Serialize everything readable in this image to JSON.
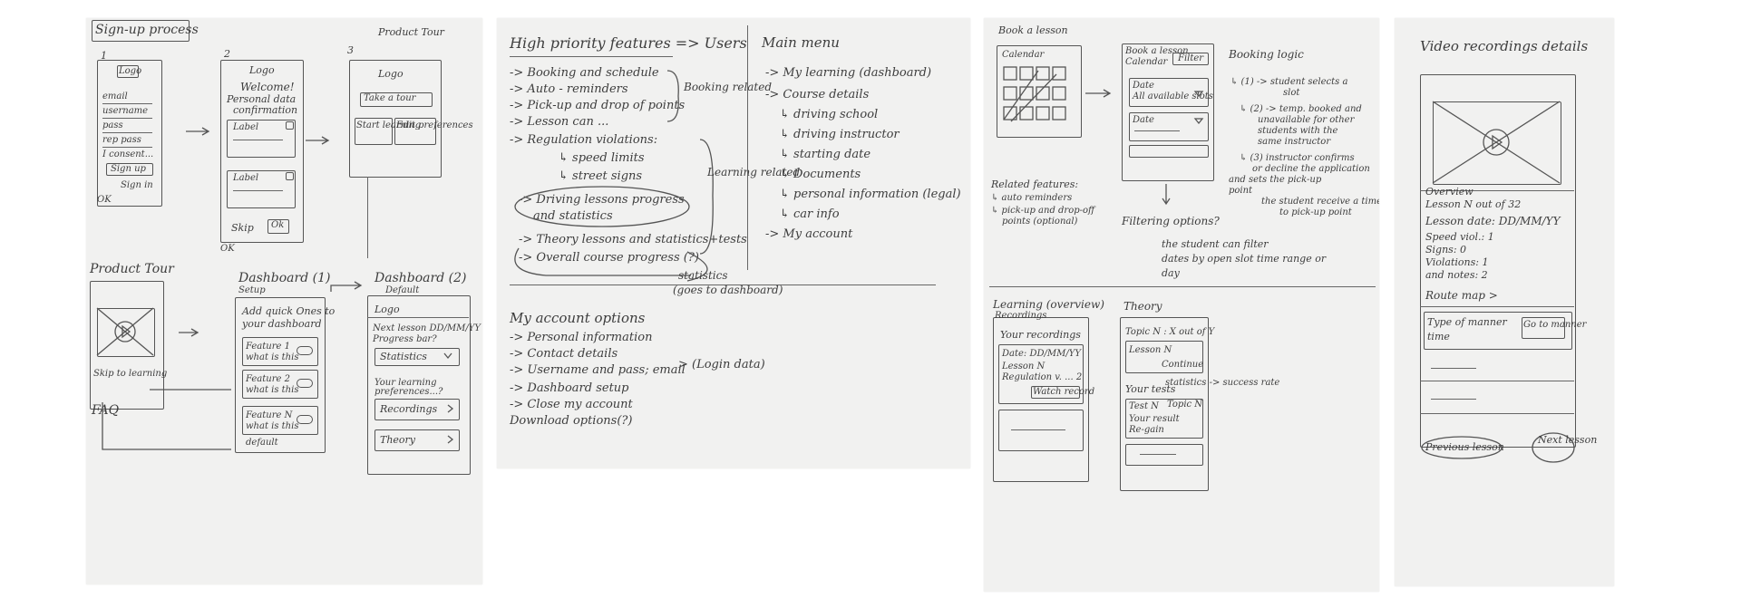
{
  "sheet1": {
    "title": "Sign-up process",
    "s1_num": "1",
    "s1_logo": "Logo",
    "s1_email": "email",
    "s1_username": "username",
    "s1_pass": "pass",
    "s1_rep_pass": "rep pass",
    "s1_consent": "I consent...",
    "s1_signup": "Sign up",
    "s1_signin": "Sign in",
    "s1_ok": "OK",
    "s2_num": "2",
    "s2_logo": "Logo",
    "s2_welcome": "Welcome!",
    "s2_personal": "Personal data",
    "s2_confirm": "confirmation",
    "s2_label1": "Label",
    "s2_label2": "Label",
    "s2_skip": "Skip",
    "s2_ok": "Ok",
    "s2_ok2": "OK",
    "s3_num": "3",
    "s3_title": "Product Tour",
    "s3_logo": "Logo",
    "s3_tour": "Take a tour",
    "s3_start": "Start learning",
    "s3_edit": "Edit preferences",
    "pt_title": "Product Tour",
    "pt_skip": "Skip to learning",
    "pt_faq": "FAQ",
    "d1_title": "Dashboard (1)",
    "d1_setup": "Setup",
    "d1_add": "Add quick Ones to",
    "d1_your": "your dashboard",
    "d1_f1": "Feature 1",
    "d1_f1s": "what is this",
    "d1_f2": "Feature 2",
    "d1_f2s": "what is this",
    "d1_fn": "Feature N",
    "d1_fns": "what is this",
    "d1_default": "default",
    "d2_title": "Dashboard (2)",
    "d2_sub": "Default",
    "d2_logo": "Logo",
    "d2_next": "Next lesson DD/MM/YY",
    "d2_progress": "Progress bar?",
    "d2_stats": "Statistics",
    "d2_learning": "Your learning",
    "d2_learning2": "preferences...?",
    "d2_recordings": "Recordings",
    "d2_theory": "Theory"
  },
  "sheet2": {
    "title": "High priority features => Users",
    "items": [
      "-> Booking and schedule",
      "-> Auto - reminders",
      "-> Pick-up and drop of points",
      "-> Lesson can ...",
      "-> Regulation violations:",
      "↳ speed limits",
      "↳ street signs",
      "-> Driving lessons progress",
      "and statistics",
      "-> Theory lessons and statistics+tests",
      "-> Overall course progress (?)"
    ],
    "booking_related": "Booking related",
    "learning_related": "Learning related",
    "statistics": "statistics",
    "goes_to": "(goes to dashboard)",
    "menu_title": "Main menu",
    "menu": [
      "-> My learning (dashboard)",
      "-> Course details",
      "↳ driving school",
      "↳ driving instructor",
      "↳ starting date",
      "↳ Documents",
      "↳ personal information (legal)",
      "↳ car info",
      "-> My account"
    ],
    "acc_title": "My account options",
    "acc": [
      "-> Personal information",
      "-> Contact details",
      "-> Username and pass; email",
      "-> Dashboard setup",
      "-> Close my account",
      "Download options(?)"
    ],
    "login_data": "> (Login data)"
  },
  "sheet3": {
    "title": "Book a lesson",
    "calendar": "Calendar",
    "book_title": "Book a lesson",
    "book_sub": "Calendar",
    "filter": "Filter",
    "date1": "Date",
    "available": "All available slots",
    "date2": "Date",
    "logic_title": "Booking logic",
    "logic": [
      "↳ (1) -> student selects a",
      "slot",
      "↳ (2) -> temp. booked and",
      "unavailable for other",
      "students with the",
      "same instructor",
      "↳ (3) instructor confirms",
      "or decline the application",
      "and sets the pick-up",
      "point",
      "the student receive a time",
      "to pick-up point"
    ],
    "related": "Related features:",
    "auto": "↳ auto reminders",
    "pickup": "↳ pick-up and drop-off",
    "points": "points (optional)",
    "filtering": "Filtering options?",
    "filter_text": [
      "the student can filter",
      "dates by open slot time range or",
      "day"
    ],
    "lo_title": "Learning (overview)",
    "rec_tab": "Recordings",
    "your_rec": "Your recordings",
    "rec_date": "Date: DD/MM/YY",
    "rec_lesson": "Lesson N",
    "rec_reg": "Regulation v. ... 2",
    "watch": "Watch record",
    "theory": "Theory",
    "topic": "Topic N : X out of Y",
    "lessonN": "Lesson N",
    "continue": "Continue",
    "your_tests": "Your tests",
    "stats_rate": "statistics -> success rate",
    "testN": "Test N",
    "topics": "Topic N",
    "your_result": "Your result",
    "retry": "Re-gain"
  },
  "sheet4": {
    "title": "Video recordings details",
    "overview": "Overview",
    "lesson": "Lesson N out of 32",
    "date": "Lesson date: DD/MM/YY",
    "speed": "Speed viol.: 1",
    "signs": "Signs: 0",
    "violations": "Violations: 1",
    "notes": "and notes: 2",
    "route": "Route map >",
    "type": "Type of manner",
    "time": "time",
    "goto": "Go to manner",
    "prev": "Previous lesson",
    "next": "Next lesson"
  }
}
